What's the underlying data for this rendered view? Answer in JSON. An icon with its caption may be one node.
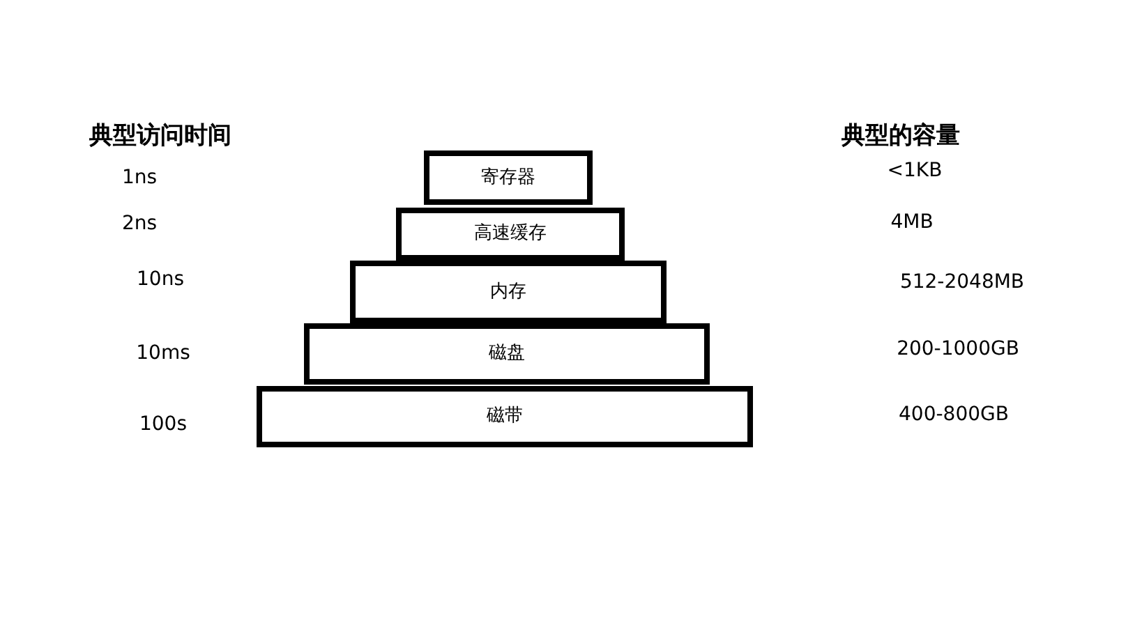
{
  "diagram": {
    "nodes": [
      {
        "text": [
          "寄存器"
        ]
      },
      {
        "text": [
          "高速缓存"
        ]
      },
      {
        "text": [
          "内存"
        ]
      },
      {
        "text": [
          "磁盘"
        ]
      },
      {
        "text": [
          "磁带"
        ]
      }
    ],
    "labels": [
      "典型访问时间",
      "典型的容量",
      "1ns",
      "<1KB",
      "2ns",
      "4MB",
      "10ns",
      "512-2048MB",
      "10ms",
      "200-1000GB",
      "100s",
      "400-800GB"
    ]
  }
}
